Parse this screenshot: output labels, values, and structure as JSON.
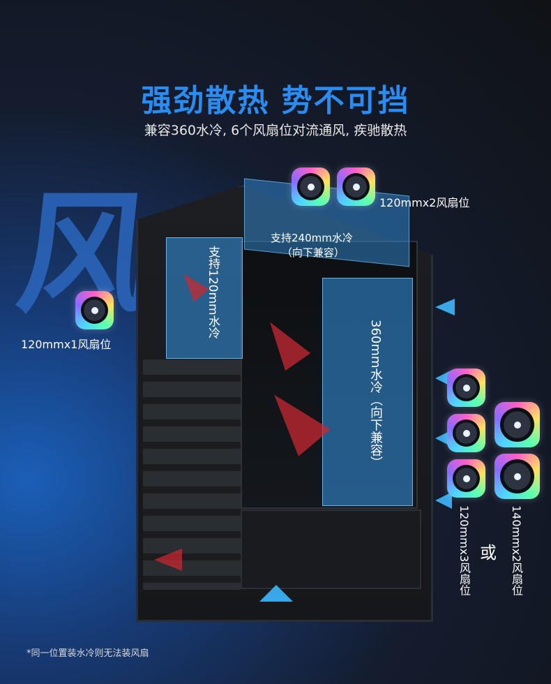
{
  "title": "强劲散热 势不可挡",
  "subtitle": "兼容360水冷, 6个风扇位对流通风, 疾驰散热",
  "decorative_char": "风",
  "labels": {
    "top_fans": "120mmx2风扇位",
    "rear_fan": "120mmx1风扇位",
    "top_radiator_line1": "支持240mm水冷",
    "top_radiator_line2": "（向下兼容）",
    "rear_radiator": "支持120mm水冷",
    "front_radiator": "360mm水冷（向下兼容）",
    "front_fans_120": "120mmx3风扇位",
    "front_fans_140": "140mmx2风扇位",
    "or": "或"
  },
  "footnote": "*同一位置装水冷则无法装风扇",
  "colors": {
    "title": "#2a8cf0",
    "radiator_overlay": "#3496e6",
    "airflow_intake": "#3aa8e8",
    "airflow_exhaust": "#c82832"
  }
}
